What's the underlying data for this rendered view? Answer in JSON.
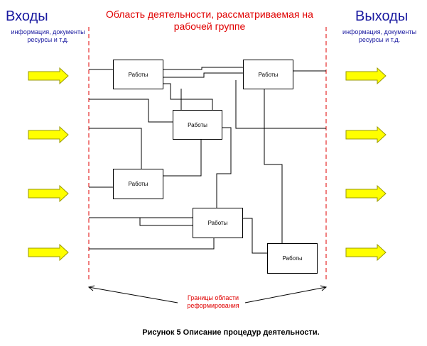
{
  "inputs": {
    "title": "Входы",
    "subtitle": "информация, документы ресурсы и т.д."
  },
  "outputs": {
    "title": "Выходы",
    "subtitle": "информация, документы ресурсы и т.д."
  },
  "area": {
    "title": "Область деятельности, рассматриваемая на рабочей группе"
  },
  "boxes": [
    "Работы",
    "Работы",
    "Работы",
    "Работы",
    "Работы",
    "Работы"
  ],
  "boundary_label": "Границы области реформирования",
  "caption": "Рисунок 5 Описание процедур деятельности.",
  "colors": {
    "arrow_fill": "#ffff00",
    "arrow_stroke": "#999900",
    "boundary": "#e00000",
    "heading": "#1a1aa0"
  }
}
